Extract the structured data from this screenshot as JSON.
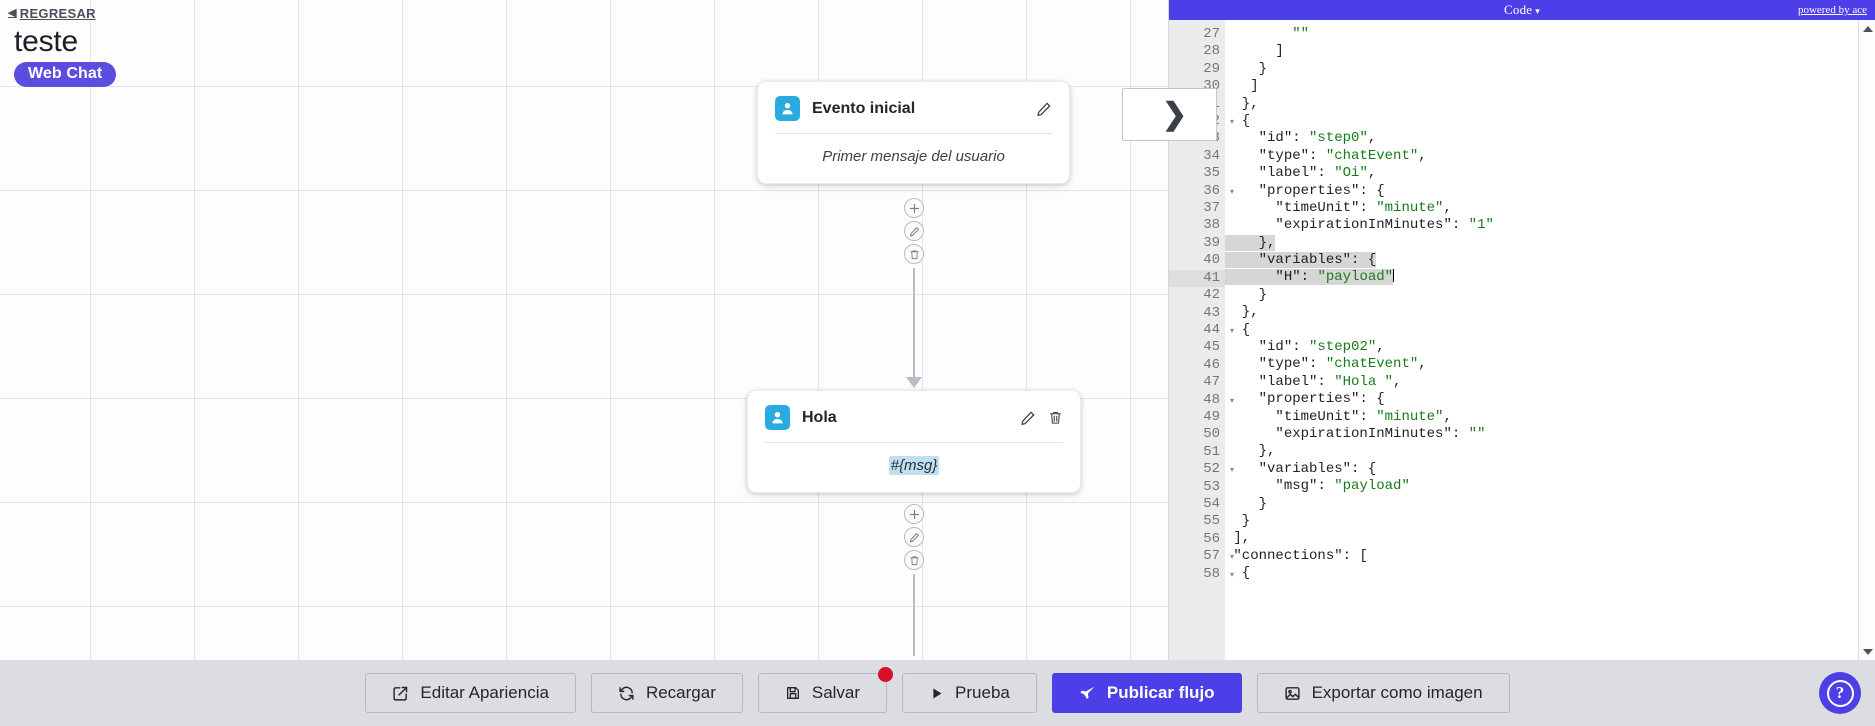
{
  "canvas": {
    "back_link": {
      "label": "REGRESAR",
      "icon": "chevron-left-icon"
    },
    "flow_title": "teste",
    "channel_badge": "Web Chat",
    "nodes": [
      {
        "id": "node-evento",
        "icon": "user-icon",
        "title": "Evento inicial",
        "body": "Primer mensaje del usuario",
        "body_is_token": false,
        "actions": [
          "edit-icon"
        ]
      },
      {
        "id": "node-hola",
        "icon": "user-icon",
        "title": "Hola",
        "body": "#{msg}",
        "body_is_token": true,
        "actions": [
          "edit-icon",
          "trash-icon"
        ]
      }
    ],
    "connector_buttons": [
      "add-icon",
      "edit-icon",
      "trash-icon"
    ]
  },
  "code_panel": {
    "header_title": "Code",
    "header_caret": "▾",
    "powered_by": "powered by ace",
    "collapse_glyph": "❯",
    "first_line_number": 27,
    "active_line": 41,
    "selected_lines": [
      39,
      40,
      41
    ],
    "folded_markers": [
      32,
      36,
      40,
      44,
      48,
      52,
      57,
      58
    ],
    "lines": [
      {
        "n": 27,
        "text": "        \"\""
      },
      {
        "n": 28,
        "text": "      ]"
      },
      {
        "n": 29,
        "text": "    }"
      },
      {
        "n": 30,
        "text": "   ]"
      },
      {
        "n": 31,
        "text": "  },"
      },
      {
        "n": 32,
        "text": "  {"
      },
      {
        "n": 33,
        "text": "    \"id\": \"step0\","
      },
      {
        "n": 34,
        "text": "    \"type\": \"chatEvent\","
      },
      {
        "n": 35,
        "text": "    \"label\": \"Oi\","
      },
      {
        "n": 36,
        "text": "    \"properties\": {"
      },
      {
        "n": 37,
        "text": "      \"timeUnit\": \"minute\","
      },
      {
        "n": 38,
        "text": "      \"expirationInMinutes\": \"1\""
      },
      {
        "n": 39,
        "text": "    },"
      },
      {
        "n": 40,
        "text": "    \"variables\": {"
      },
      {
        "n": 41,
        "text": "      \"H\": \"payload\""
      },
      {
        "n": 42,
        "text": "    }"
      },
      {
        "n": 43,
        "text": "  },"
      },
      {
        "n": 44,
        "text": "  {"
      },
      {
        "n": 45,
        "text": "    \"id\": \"step02\","
      },
      {
        "n": 46,
        "text": "    \"type\": \"chatEvent\","
      },
      {
        "n": 47,
        "text": "    \"label\": \"Hola \","
      },
      {
        "n": 48,
        "text": "    \"properties\": {"
      },
      {
        "n": 49,
        "text": "      \"timeUnit\": \"minute\","
      },
      {
        "n": 50,
        "text": "      \"expirationInMinutes\": \"\""
      },
      {
        "n": 51,
        "text": "    },"
      },
      {
        "n": 52,
        "text": "    \"variables\": {"
      },
      {
        "n": 53,
        "text": "      \"msg\": \"payload\""
      },
      {
        "n": 54,
        "text": "    }"
      },
      {
        "n": 55,
        "text": "  }"
      },
      {
        "n": 56,
        "text": " ],"
      },
      {
        "n": 57,
        "text": " \"connections\": ["
      },
      {
        "n": 58,
        "text": "  {"
      }
    ]
  },
  "toolbar": {
    "buttons": [
      {
        "label": "Editar Apariencia",
        "icon": "pencil-square-icon",
        "primary": false,
        "badge": false
      },
      {
        "label": "Recargar",
        "icon": "refresh-icon",
        "primary": false,
        "badge": false
      },
      {
        "label": "Salvar",
        "icon": "save-icon",
        "primary": false,
        "badge": true
      },
      {
        "label": "Prueba",
        "icon": "play-icon",
        "primary": false,
        "badge": false
      },
      {
        "label": "Publicar flujo",
        "icon": "rocket-icon",
        "primary": true,
        "badge": false
      },
      {
        "label": "Exportar como imagen",
        "icon": "image-icon",
        "primary": false,
        "badge": false
      }
    ],
    "help_label": "?"
  },
  "colors": {
    "accent": "#4d3fe8",
    "node_icon": "#29ABE2",
    "badge_red": "#d50f28",
    "token_highlight": "#bfe0f0",
    "toolbar_bg": "#dcdde1"
  }
}
